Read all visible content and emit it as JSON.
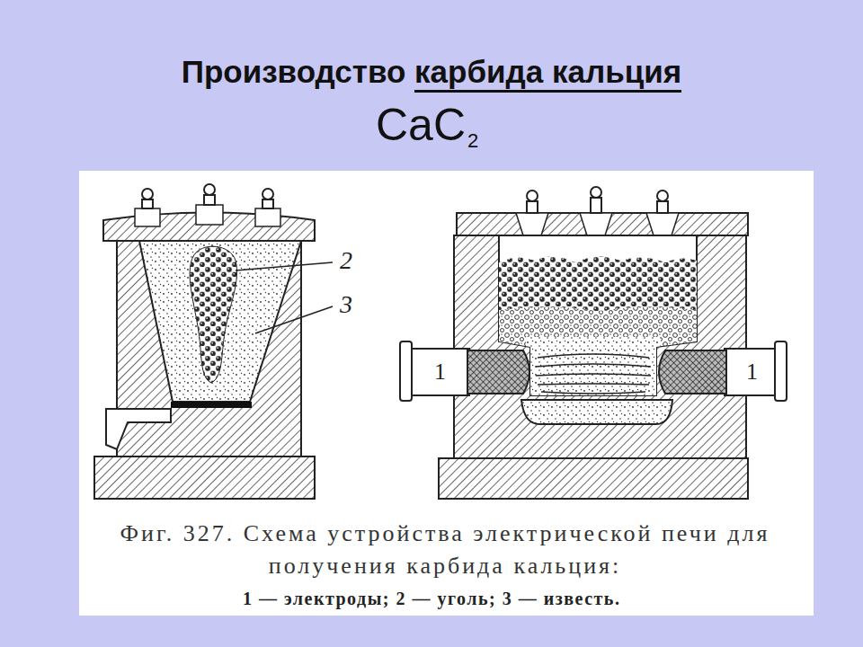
{
  "diagram": {
    "title": "Производство карбида кальция",
    "caption": "Фиг. 327. Схема устройства электрической печи для получения карбида кальция:",
    "labels": [
      "CaC",
      "2",
      "2",
      "3",
      "1",
      "1",
      "1 — электроды; 2 — уголь; 3 — известь."
    ]
  }
}
